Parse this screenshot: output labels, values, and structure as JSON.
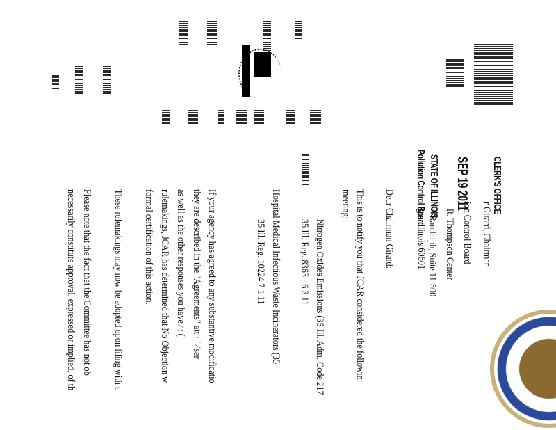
{
  "stamp": {
    "office": "CLERK'S OFFICE",
    "date": "SEP 19 2011",
    "state": "STATE OF ILLINOIS",
    "board": "Pollution Control Board"
  },
  "address": {
    "line1": "r Girard, Chairman",
    "line2": "ion Control Board",
    "line3": "R. Thompson Center",
    "line4": "/. Randolph, Suite 11-500",
    "line5": "go, Illinois 60601"
  },
  "letter": {
    "salutation": "Dear Chairman Girard:",
    "intro_1": "This is to notify you that JCAR considered the followin",
    "intro_2": "meeting:",
    "item1_title": "Nitrogen Oxides Emissions (35 Ill. Adm. Code 217",
    "item1_reg": "35 Ill. Reg. 8363 - 6 3 11",
    "item2_title": "Hospital Medical Infectious Waste Incinerators (35",
    "item2_reg": "35 Ill. Reg. 10224   7 1 11",
    "para1": [
      "If your agency has agreed to any substantive modificatio",
      "they are described in the \"Agreements\" att  ·  ′  ⁄  ser",
      "as well as the other responses you have ⁄          : (",
      "rulemakings, JCAR has determined that No Objection w",
      "formal certification of this action."
    ],
    "para2": "These rulemakings may now be adopted upon filing with t",
    "para3": [
      "Please note that the fact that the Committee has not ob",
      "necessarily constitute approval, expressed or implied, of th"
    ]
  }
}
